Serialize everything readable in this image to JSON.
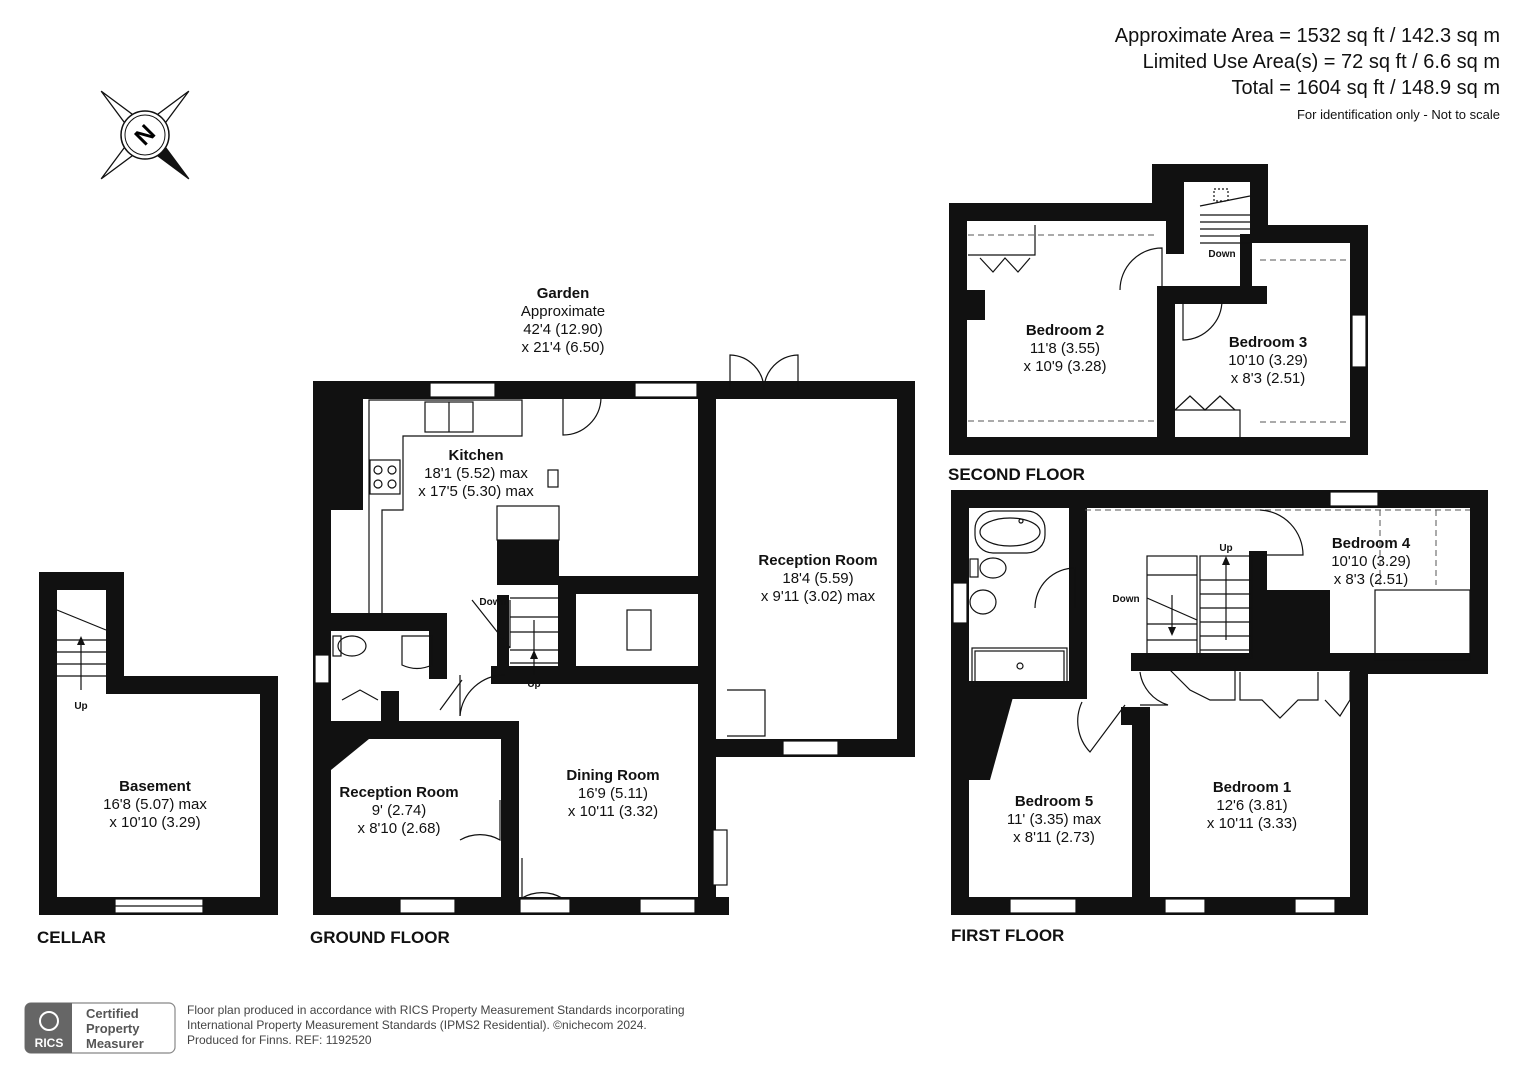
{
  "header": {
    "approx_area": "Approximate Area = 1532 sq ft / 142.3 sq m",
    "limited_use": "Limited Use Area(s) = 72 sq ft / 6.6 sq m",
    "total": "Total = 1604 sq ft / 148.9 sq m",
    "disclaimer": "For identification only - Not to scale"
  },
  "compass": {
    "letter": "N"
  },
  "garden": {
    "name": "Garden",
    "line1": "Approximate",
    "line2": "42'4 (12.90)",
    "line3": "x 21'4 (6.50)"
  },
  "floors": {
    "cellar": "CELLAR",
    "ground": "GROUND FLOOR",
    "first": "FIRST FLOOR",
    "second": "SECOND FLOOR"
  },
  "rooms": {
    "basement": {
      "name": "Basement",
      "dim1": "16'8 (5.07) max",
      "dim2": "x 10'10 (3.29)"
    },
    "kitchen": {
      "name": "Kitchen",
      "dim1": "18'1 (5.52) max",
      "dim2": "x 17'5 (5.30) max"
    },
    "reception_large": {
      "name": "Reception Room",
      "dim1": "18'4 (5.59)",
      "dim2": "x 9'11 (3.02) max"
    },
    "reception_small": {
      "name": "Reception Room",
      "dim1": "9' (2.74)",
      "dim2": "x 8'10 (2.68)"
    },
    "dining": {
      "name": "Dining Room",
      "dim1": "16'9 (5.11)",
      "dim2": "x 10'11 (3.32)"
    },
    "bedroom1": {
      "name": "Bedroom 1",
      "dim1": "12'6 (3.81)",
      "dim2": "x 10'11 (3.33)"
    },
    "bedroom2": {
      "name": "Bedroom 2",
      "dim1": "11'8 (3.55)",
      "dim2": "x 10'9 (3.28)"
    },
    "bedroom3": {
      "name": "Bedroom 3",
      "dim1": "10'10 (3.29)",
      "dim2": "x 8'3 (2.51)"
    },
    "bedroom4": {
      "name": "Bedroom 4",
      "dim1": "10'10 (3.29)",
      "dim2": "x 8'3 (2.51)"
    },
    "bedroom5": {
      "name": "Bedroom 5",
      "dim1": "11' (3.35) max",
      "dim2": "x 8'11 (2.73)"
    }
  },
  "stairs": {
    "cellar_up": "Up",
    "ground_down": "Down",
    "ground_up": "Up",
    "first_up": "Up",
    "first_down": "Down",
    "second_down": "Down"
  },
  "footer": {
    "badge_line1": "Certified",
    "badge_line2": "Property",
    "badge_line3": "Measurer",
    "rics": "RICS",
    "line1": "Floor plan produced in accordance with RICS Property Measurement Standards incorporating",
    "line2": "International Property Measurement Standards (IPMS2 Residential).  ©nichecom 2024.",
    "line3": "Produced for Finns.   REF:  1192520"
  }
}
